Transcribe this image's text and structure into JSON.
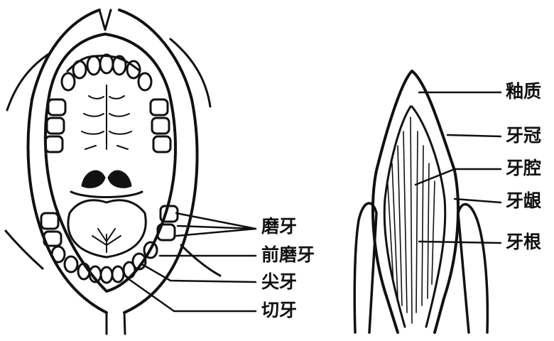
{
  "mouth_figure": {
    "labels": {
      "molar": "磨牙",
      "premolar": "前磨牙",
      "canine": "尖牙",
      "incisor": "切牙"
    }
  },
  "tooth_figure": {
    "labels": {
      "enamel": "釉质",
      "crown": "牙冠",
      "pulp_cavity": "牙腔",
      "gum": "牙龈",
      "root": "牙根"
    }
  }
}
